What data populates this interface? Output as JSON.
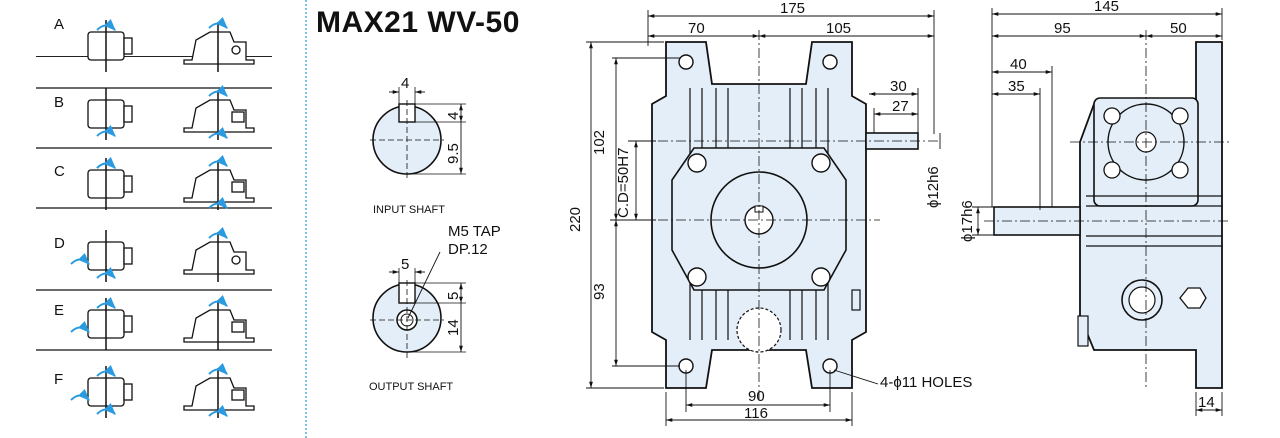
{
  "title": "MAX21 WV-50",
  "mountings": [
    {
      "letter": "A"
    },
    {
      "letter": "B"
    },
    {
      "letter": "C"
    },
    {
      "letter": "D"
    },
    {
      "letter": "E"
    },
    {
      "letter": "F"
    }
  ],
  "input_shaft": {
    "caption": "INPUT SHAFT",
    "key_width": "4",
    "key_depth": "4",
    "height": "9.5"
  },
  "output_shaft": {
    "caption": "OUTPUT SHAFT",
    "key_width": "5",
    "key_depth": "5",
    "height": "14",
    "tap": "M5 TAP",
    "tap_depth": "DP.12"
  },
  "front_view": {
    "overall_width": "175",
    "left_offset": "70",
    "right_offset": "105",
    "shaft_length": "30",
    "shaft_key": "27",
    "input_dia": "ϕ12h6",
    "overall_height": "220",
    "upper_height": "102",
    "center_distance": "C.D=50H7",
    "lower_height": "93",
    "foot_inner": "90",
    "foot_outer": "116",
    "holes": "4-ϕ11 HOLES"
  },
  "side_view": {
    "overall_width": "145",
    "left_part": "95",
    "right_part": "50",
    "shaft_ext": "40",
    "shaft_key": "35",
    "output_dia": "ϕ17h6",
    "foot_thickness": "14"
  },
  "colors": {
    "body": "#e4eef8",
    "outline": "#1a1a1a",
    "arrow": "#2a9be0",
    "divider": "#7cc4e8"
  }
}
